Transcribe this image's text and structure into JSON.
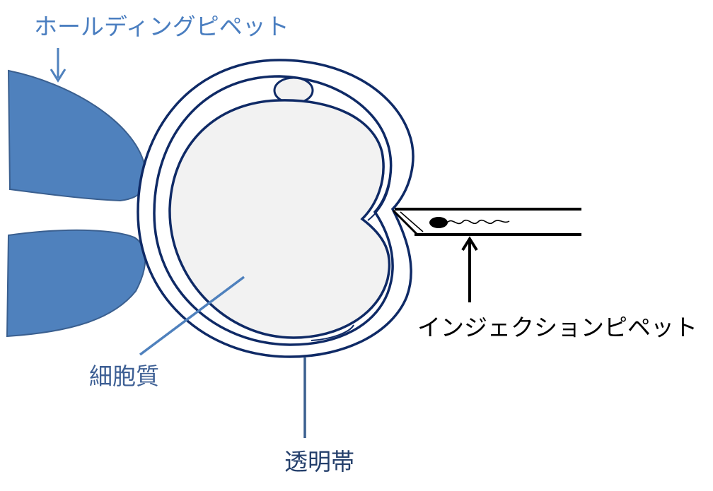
{
  "labels": {
    "holding_pipette": "ホールディングピペット",
    "injection_pipette": "インジェクションピペット",
    "cytoplasm": "細胞質",
    "zona_pellucida": "透明帯"
  },
  "colors": {
    "holding_pipette_fill": "#4f81bd",
    "holding_pipette_stroke": "#3a5f8f",
    "holding_label": "#4a7ec0",
    "cell_outline": "#0f2a66",
    "cytoplasm_fill": "#f2f2f2",
    "cytoplasm_leader": "#4f81bd",
    "zona_label": "#243f6b",
    "cytoplasm_label": "#3d5f94",
    "injection_pipette": "#000000"
  },
  "icons": {
    "holding_arrow": "arrow-down-icon",
    "injection_arrow": "arrow-up-icon",
    "sperm": "sperm-icon"
  }
}
